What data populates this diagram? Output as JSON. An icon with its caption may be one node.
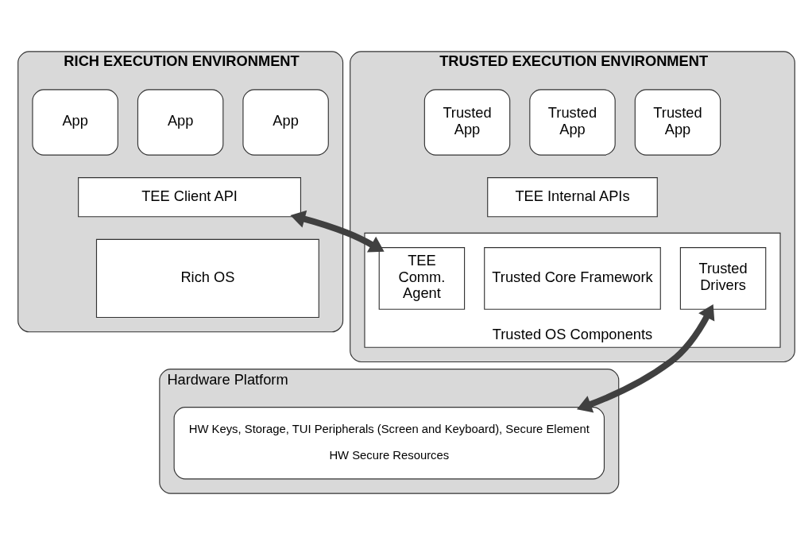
{
  "diagram": {
    "nodes": [
      {
        "text": [
          "RICH EXECUTION ENVIRONMENT"
        ]
      },
      {
        "text": [
          "App"
        ],
        "in": 0
      },
      {
        "text": [
          "App"
        ],
        "in": 0
      },
      {
        "text": [
          "App"
        ],
        "in": 0
      },
      {
        "text": [
          "TEE Client API"
        ],
        "in": 0
      },
      {
        "text": [
          "Rich OS"
        ],
        "in": 0
      },
      {
        "text": [
          "TRUSTED EXECUTION ENVIRONMENT"
        ]
      },
      {
        "text": [
          "Trusted App"
        ],
        "in": 6
      },
      {
        "text": [
          "Trusted App"
        ],
        "in": 6
      },
      {
        "text": [
          "Trusted App"
        ],
        "in": 6
      },
      {
        "text": [
          "TEE Internal APIs"
        ],
        "in": 6
      },
      {
        "text": [
          "Trusted OS Components"
        ],
        "in": 6
      },
      {
        "text": [
          "TEE Comm. Agent"
        ],
        "in": 11
      },
      {
        "text": [
          "Trusted Core Framework"
        ],
        "in": 11
      },
      {
        "text": [
          "Trusted Drivers"
        ],
        "in": 11
      },
      {
        "text": [
          "Hardware Platform"
        ]
      },
      {
        "text": [
          "HW Keys, Storage, TUI Peripherals (Screen and Keyboard), Secure Element",
          "HW Secure Resources"
        ],
        "in": 15
      }
    ],
    "edges": [
      {
        "from": 4,
        "to": 12,
        "arrow": "both"
      },
      {
        "from": 14,
        "to": 16,
        "arrow": "both"
      }
    ]
  }
}
